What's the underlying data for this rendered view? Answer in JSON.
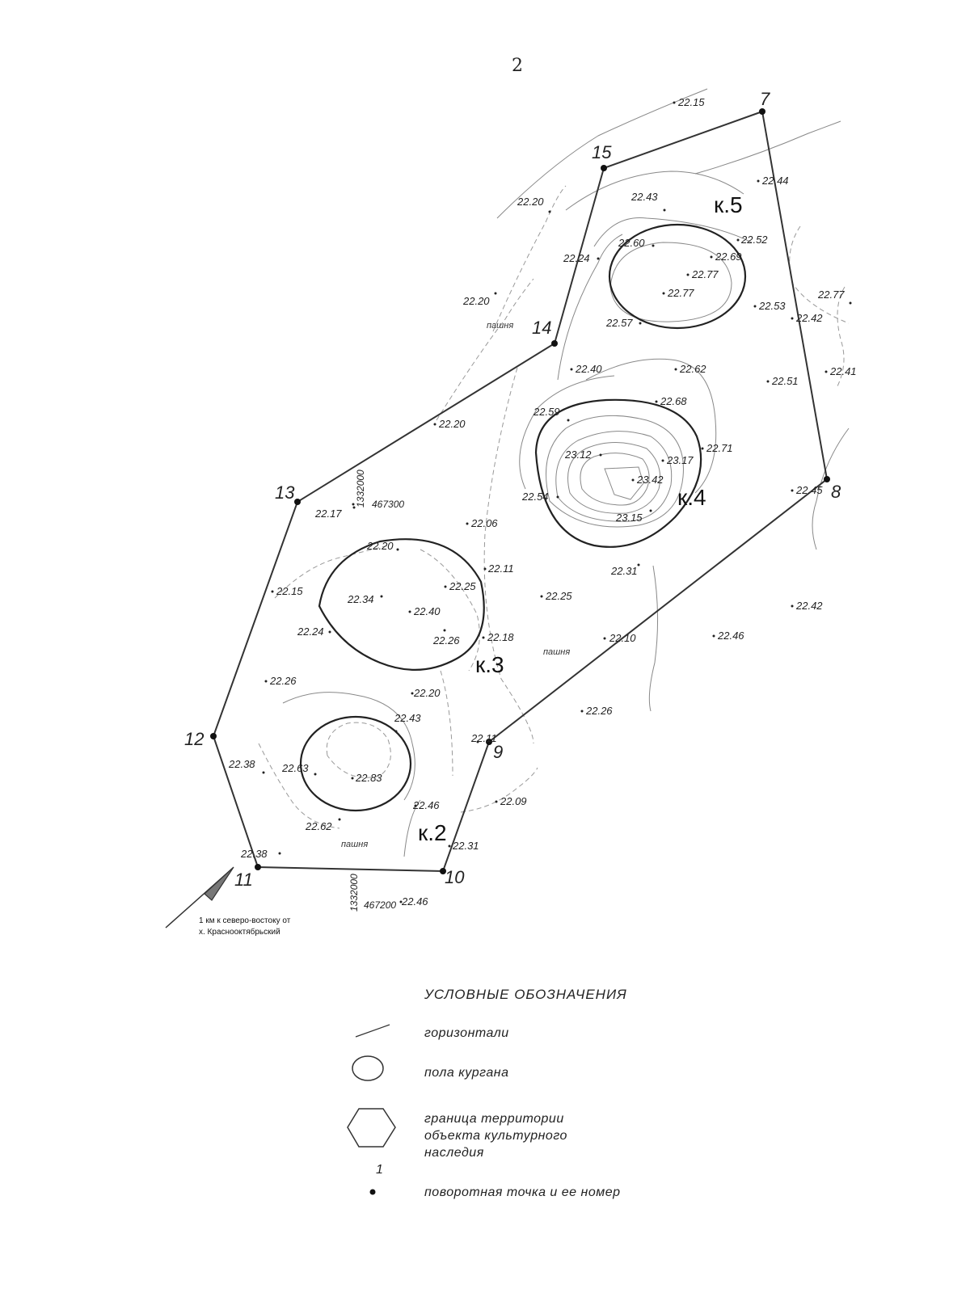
{
  "page_number": "2",
  "mounds": [
    "к.5",
    "к.4",
    "к.3",
    "к.2"
  ],
  "field_labels": [
    "пашня",
    "пашня",
    "пашня"
  ],
  "boundary_points": [
    "7",
    "15",
    "14",
    "13",
    "12",
    "11",
    "10",
    "9",
    "8"
  ],
  "elevations": [
    "22.15",
    "22.44",
    "22.43",
    "22.20",
    "22.52",
    "22.60",
    "22.69",
    "22.24",
    "22.77",
    "22.77",
    "22.77",
    "22.20",
    "22.53",
    "22.57",
    "22.42",
    "22.40",
    "22.62",
    "22.41",
    "22.51",
    "22.68",
    "22.59",
    "22.20",
    "22.71",
    "23.12",
    "23.17",
    "23.42",
    "22.45",
    "22.54",
    "23.15",
    "22.17",
    "22.06",
    "22.20",
    "22.11",
    "22.31",
    "22.25",
    "22.34",
    "22.15",
    "22.25",
    "22.42",
    "22.40",
    "22.24",
    "22.18",
    "22.26",
    "22.10",
    "22.46",
    "22.26",
    "22.20",
    "22.26",
    "22.43",
    "22.11",
    "22.38",
    "22.63",
    "22.83",
    "22.09",
    "22.46",
    "22.62",
    "22.31",
    "22.38",
    "22.46"
  ],
  "grid_coords": [
    "1332000",
    "467300",
    "1332000",
    "467200"
  ],
  "direction_note": [
    "1 км к северо-востоку от",
    "х. Краснооктябрьский"
  ],
  "legend": {
    "title": "УСЛОВНЫЕ ОБОЗНАЧЕНИЯ",
    "contours": "горизонтали",
    "mound_floor": "пола кургана",
    "territory": [
      "граница территории",
      "объекта культурного",
      "наследия"
    ],
    "point_sample": "1",
    "point": "поворотная точка и ее номер"
  }
}
